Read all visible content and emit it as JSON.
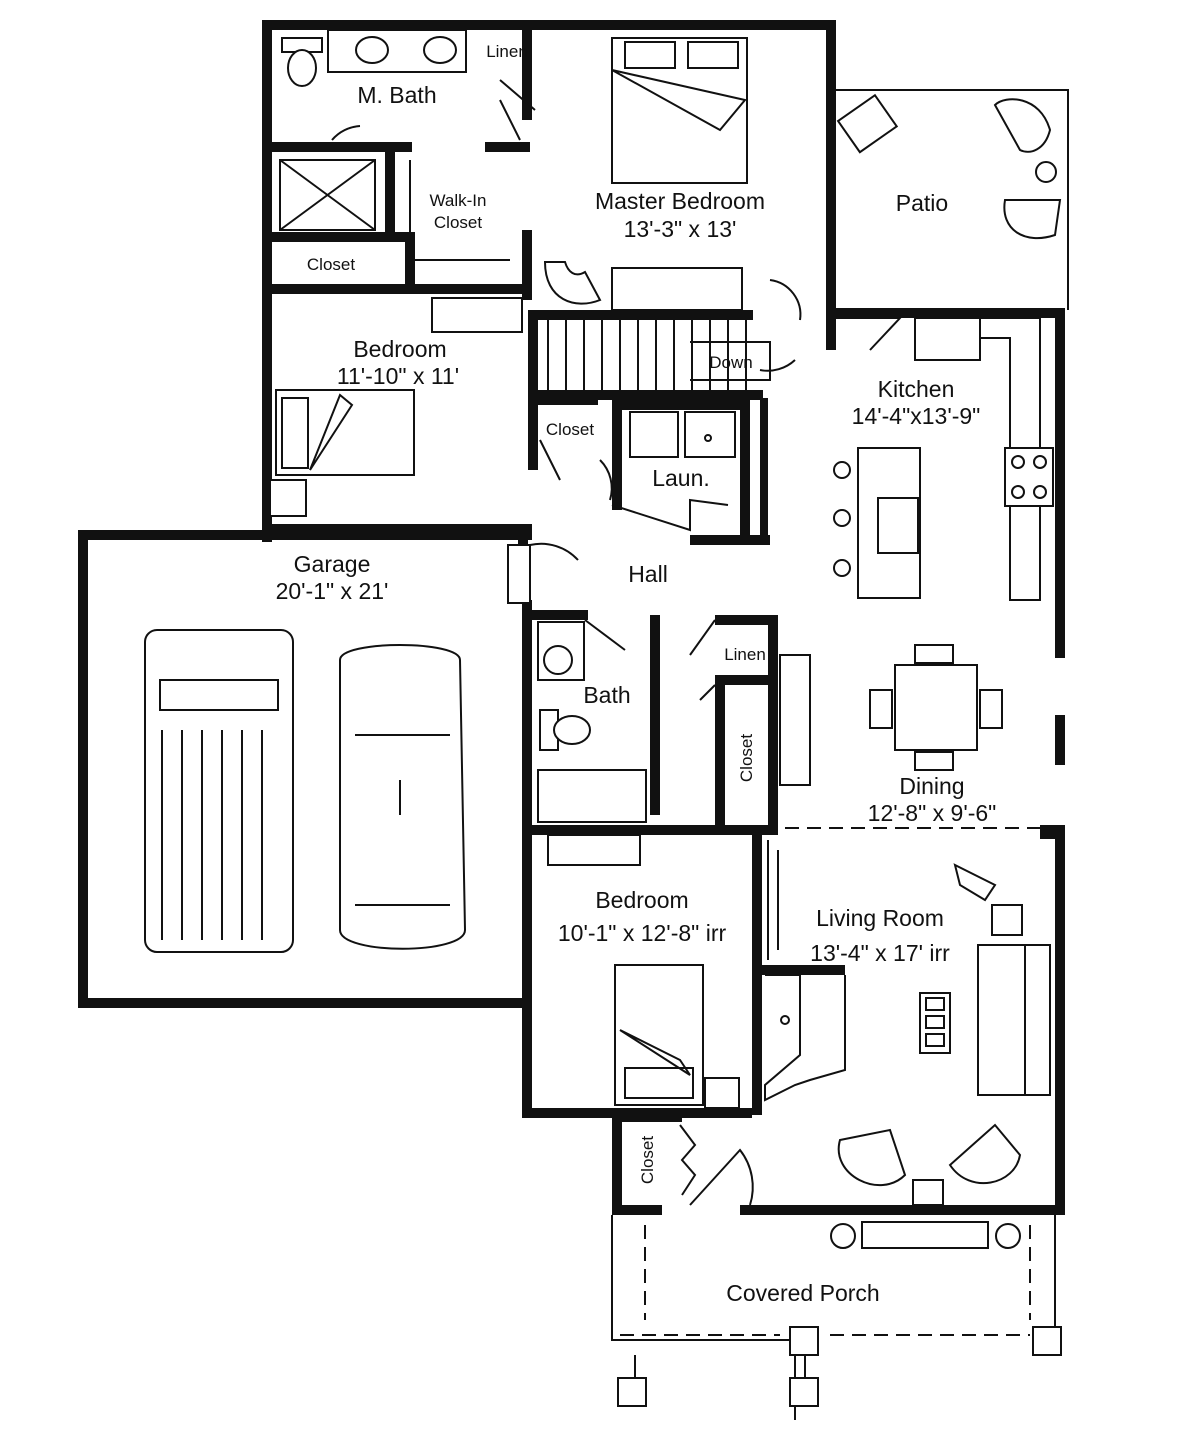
{
  "rooms": {
    "m_bath": "M. Bath",
    "linen_top": "Linen",
    "walk_in_closet_1": "Walk-In",
    "walk_in_closet_2": "Closet",
    "closet_mbath": "Closet",
    "master_bedroom": "Master Bedroom",
    "master_bedroom_size": "13'-3\" x 13'",
    "patio": "Patio",
    "bedroom_1": "Bedroom",
    "bedroom_1_size": "11'-10\" x 11'",
    "down": "Down",
    "kitchen": "Kitchen",
    "kitchen_size": "14'-4\"x13'-9\"",
    "closet_hall": "Closet",
    "laundry": "Laun.",
    "garage": "Garage",
    "garage_size": "20'-1\" x 21'",
    "hall": "Hall",
    "linen_mid": "Linen",
    "bath": "Bath",
    "closet_vertical": "Closet",
    "dining": "Dining",
    "dining_size": "12'-8\" x 9'-6\"",
    "bedroom_2": "Bedroom",
    "bedroom_2_size": "10'-1\" x 12'-8\" irr",
    "living_room": "Living Room",
    "living_room_size": "13'-4\" x 17' irr",
    "closet_entry": "Closet",
    "covered_porch": "Covered Porch"
  },
  "colors": {
    "wall": "#111111",
    "background": "#ffffff"
  }
}
